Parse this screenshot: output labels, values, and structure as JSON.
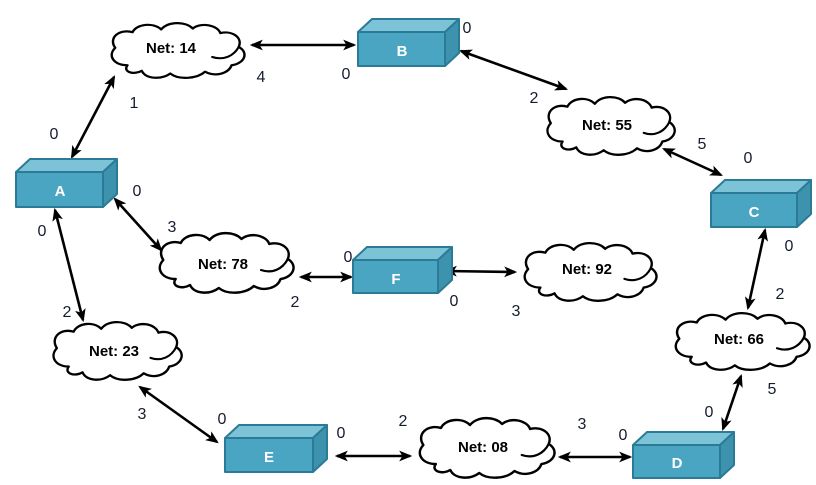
{
  "diagram": {
    "type": "network-topology",
    "routers": [
      {
        "id": "A",
        "label": "A"
      },
      {
        "id": "B",
        "label": "B"
      },
      {
        "id": "C",
        "label": "C"
      },
      {
        "id": "D",
        "label": "D"
      },
      {
        "id": "E",
        "label": "E"
      },
      {
        "id": "F",
        "label": "F"
      }
    ],
    "networks": [
      {
        "id": "net14",
        "label": "Net: 14"
      },
      {
        "id": "net55",
        "label": "Net: 55"
      },
      {
        "id": "net78",
        "label": "Net: 78"
      },
      {
        "id": "net92",
        "label": "Net: 92"
      },
      {
        "id": "net23",
        "label": "Net: 23"
      },
      {
        "id": "net66",
        "label": "Net: 66"
      },
      {
        "id": "net08",
        "label": "Net: 08"
      }
    ],
    "links": [
      {
        "router": "A",
        "network": "Net: 14",
        "router_if": "0",
        "net_if": "1"
      },
      {
        "router": "B",
        "network": "Net: 14",
        "router_if": "0",
        "net_if": "4"
      },
      {
        "router": "B",
        "network": "Net: 55",
        "router_if": "0",
        "net_if": "2"
      },
      {
        "router": "C",
        "network": "Net: 55",
        "router_if": "0",
        "net_if": "5"
      },
      {
        "router": "C",
        "network": "Net: 66",
        "router_if": "0",
        "net_if": "2"
      },
      {
        "router": "D",
        "network": "Net: 66",
        "router_if": "0",
        "net_if": "5"
      },
      {
        "router": "D",
        "network": "Net: 08",
        "router_if": "0",
        "net_if": "3"
      },
      {
        "router": "E",
        "network": "Net: 08",
        "router_if": "0",
        "net_if": "2"
      },
      {
        "router": "E",
        "network": "Net: 23",
        "router_if": "0",
        "net_if": "3"
      },
      {
        "router": "A",
        "network": "Net: 23",
        "router_if": "0",
        "net_if": "2"
      },
      {
        "router": "A",
        "network": "Net: 78",
        "router_if": "0",
        "net_if": "3"
      },
      {
        "router": "F",
        "network": "Net: 78",
        "router_if": "0",
        "net_if": "2"
      },
      {
        "router": "F",
        "network": "Net: 92",
        "router_if": "0",
        "net_if": "3"
      }
    ],
    "colors": {
      "router_front": "#4AA5C2",
      "router_top": "#7CC3D8",
      "router_side": "#3D92AE",
      "router_border": "#2B7B97",
      "cloud_fill": "#FFFFFF",
      "cloud_stroke": "#000000",
      "arrow": "#000000",
      "interface_label": "#151C2E",
      "router_label_text": "#FFFFFF",
      "background": "#FFFFFF"
    }
  }
}
